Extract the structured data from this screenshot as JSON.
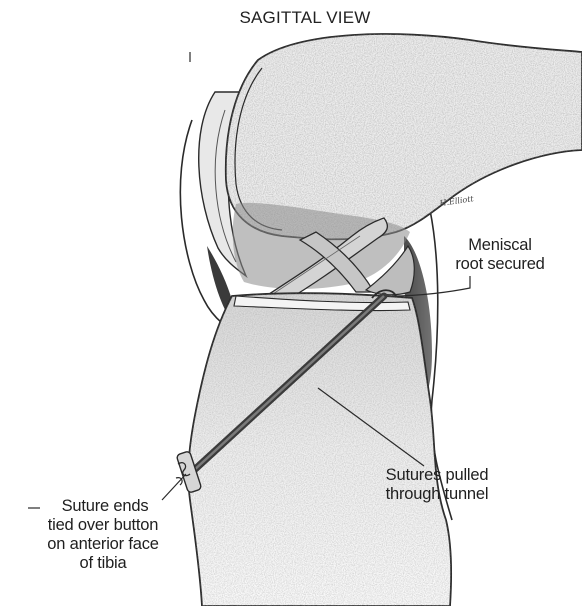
{
  "title": "SAGITTAL VIEW",
  "labels": {
    "meniscal": [
      "Meniscal",
      "root secured"
    ],
    "sutures": [
      "Sutures pulled",
      "through tunnel"
    ],
    "suture_ends": [
      "Suture ends",
      "tied over button",
      "on anterior face",
      "of tibia"
    ]
  },
  "signature": "H.Elliott",
  "colors": {
    "line": "#2a2a2a",
    "bone_fill": "#ececec",
    "stipple": "#a9a9a9",
    "shadow": "#3a3a3a",
    "tunnel": "#555555"
  }
}
